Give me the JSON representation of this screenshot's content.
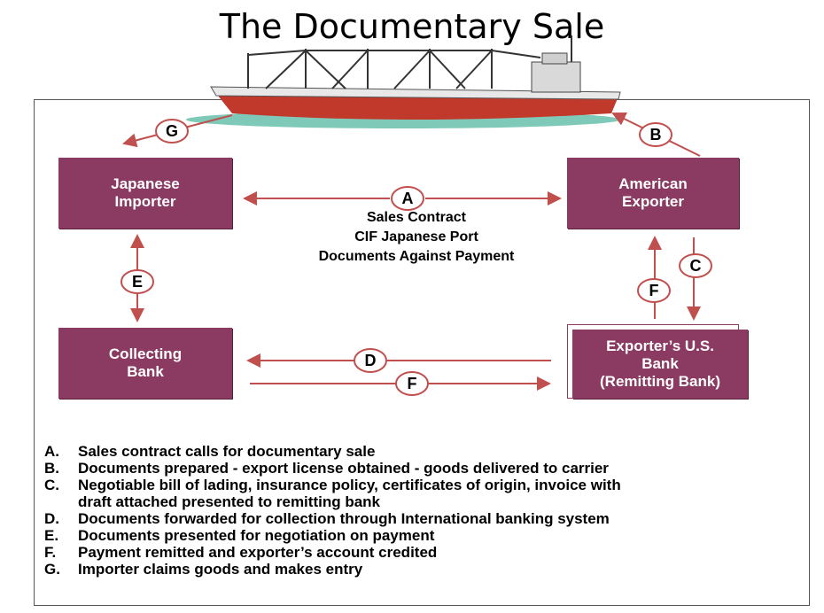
{
  "title": "The Documentary Sale",
  "boxes": {
    "importer": "Japanese\nImporter",
    "exporter": "American\nExporter",
    "collecting": "Collecting\nBank",
    "usbank": "Exporter’s U.S.\nBank\n(Remitting Bank)"
  },
  "center": {
    "line1": "Sales Contract",
    "line2": "CIF Japanese Port",
    "line3": "Documents Against Payment"
  },
  "markers": {
    "a": "A",
    "b": "B",
    "c": "C",
    "d": "D",
    "e": "E",
    "f1": "F",
    "f2": "F",
    "g": "G"
  },
  "legend": [
    {
      "key": "A.",
      "text": "Sales contract calls for documentary sale"
    },
    {
      "key": "B.",
      "text": "Documents prepared - export license obtained - goods delivered to carrier"
    },
    {
      "key": "C.",
      "text": "Negotiable bill of lading, insurance policy, certificates of origin, invoice with"
    },
    {
      "key": "",
      "text": "draft attached presented to remitting bank"
    },
    {
      "key": "D.",
      "text": "Documents forwarded for collection through International banking system"
    },
    {
      "key": "E.",
      "text": "Documents presented for negotiation on payment"
    },
    {
      "key": "F.",
      "text": "Payment remitted and exporter’s account credited"
    },
    {
      "key": "G.",
      "text": "Importer claims goods and makes entry"
    }
  ],
  "colors": {
    "box": "#8b3a62",
    "arrow": "#c0504d",
    "ship_hull": "#c0392b",
    "water": "#7fc9b8"
  }
}
